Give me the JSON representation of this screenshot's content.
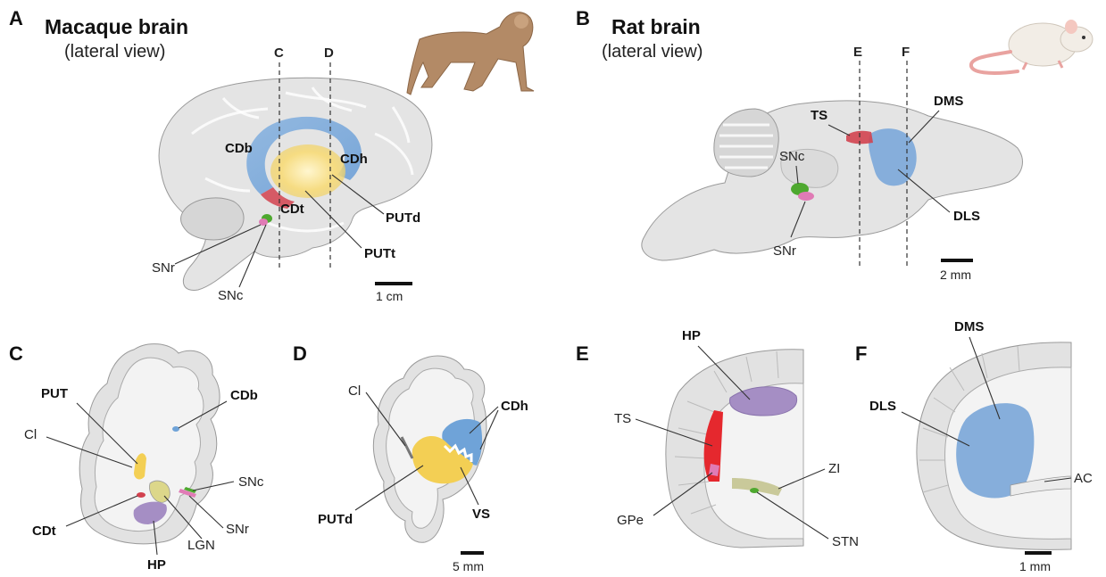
{
  "panels": {
    "A": {
      "letter": "A",
      "title": "Macaque brain",
      "subtitle": "(lateral view)",
      "cut_labels": [
        "C",
        "D"
      ],
      "labels": {
        "CDb": "CDb",
        "CDh": "CDh",
        "CDt": "CDt",
        "PUTd": "PUTd",
        "PUTt": "PUTt",
        "SNr": "SNr",
        "SNc": "SNc"
      },
      "scale": "1 cm"
    },
    "B": {
      "letter": "B",
      "title": "Rat brain",
      "subtitle": "(lateral view)",
      "cut_labels": [
        "E",
        "F"
      ],
      "labels": {
        "TS": "TS",
        "DMS": "DMS",
        "SNc": "SNc",
        "SNr": "SNr",
        "DLS": "DLS"
      },
      "scale": "2 mm"
    },
    "C": {
      "letter": "C",
      "labels": {
        "PUT": "PUT",
        "CDb": "CDb",
        "Cl": "Cl",
        "SNc": "SNc",
        "CDt": "CDt",
        "SNr": "SNr",
        "LGN": "LGN",
        "HP": "HP"
      }
    },
    "D": {
      "letter": "D",
      "labels": {
        "Cl": "Cl",
        "CDh": "CDh",
        "PUTd": "PUTd",
        "VS": "VS"
      },
      "scale": "5 mm"
    },
    "E": {
      "letter": "E",
      "labels": {
        "HP": "HP",
        "TS": "TS",
        "ZI": "ZI",
        "GPe": "GPe",
        "STN": "STN"
      }
    },
    "F": {
      "letter": "F",
      "labels": {
        "DMS": "DMS",
        "DLS": "DLS",
        "AC": "AC"
      },
      "scale": "1 mm"
    }
  },
  "colors": {
    "caudate": "#6fa3d8",
    "putamen": "#f3cf54",
    "tail": "#d2424f",
    "snc": "#4ea82f",
    "snr": "#e07bb5",
    "hippocampus": "#a58ec4",
    "ts_red": "#e5282e",
    "zi": "#c9c99a",
    "striatum_rat": "#86aedb",
    "animal": "#b38a66"
  }
}
